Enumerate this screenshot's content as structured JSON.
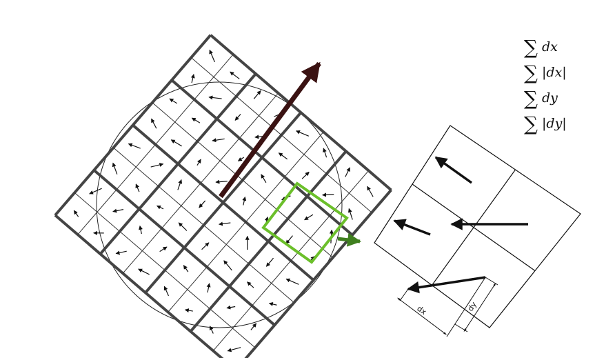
{
  "formulas": [
    {
      "sigma": "∑",
      "expr": "dx"
    },
    {
      "sigma": "∑",
      "expr": "|dx|"
    },
    {
      "sigma": "∑",
      "expr": "dy"
    },
    {
      "sigma": "∑",
      "expr": "|dy|"
    }
  ],
  "detail": {
    "dx_label": "dx",
    "dy_label": "dy"
  },
  "colors": {
    "grid_thick": "#444444",
    "grid_thin": "#333333",
    "orientation_arrow": "#3a1212",
    "highlight": "#6bbf2a",
    "direction_arrow": "#3f7f1f"
  }
}
